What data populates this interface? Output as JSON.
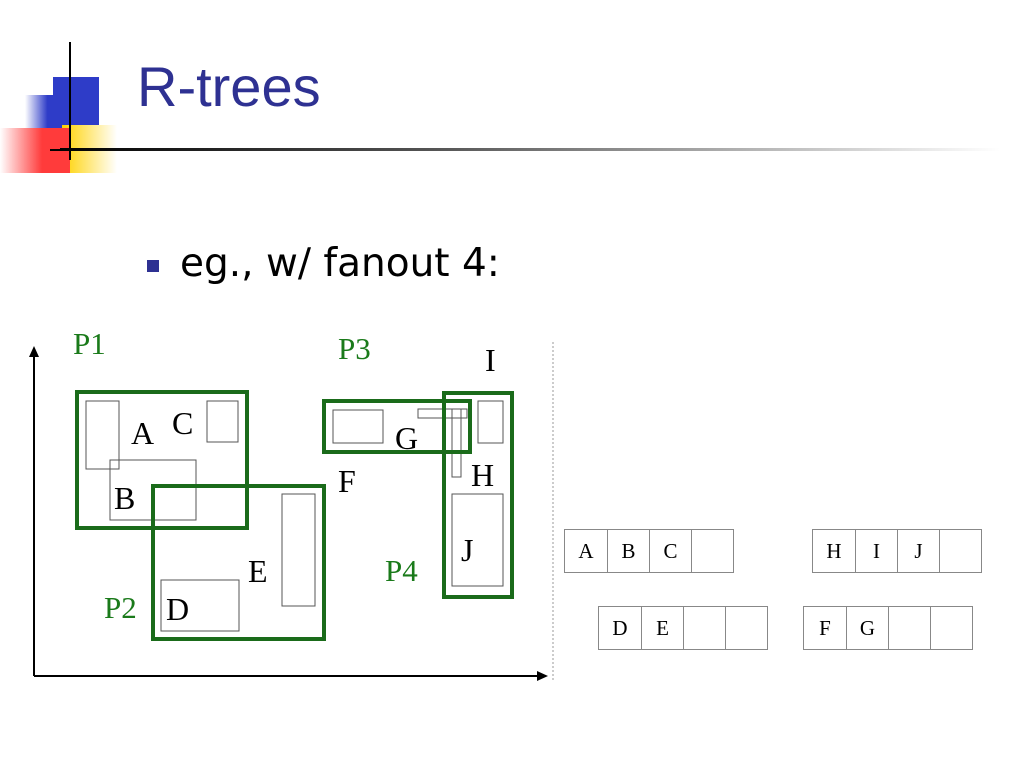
{
  "slide": {
    "title": "R-trees",
    "bullet": "eg., w/ fanout 4:"
  },
  "colors": {
    "title": "#2e3192",
    "mbr_green": "#1a6b1a",
    "label_green": "#1a7a1a",
    "deco_blue": "#2e3cc8",
    "deco_red": "#ff3b3b",
    "deco_yellow": "#ffd200"
  },
  "diagram": {
    "region_labels": [
      "P1",
      "P2",
      "P3",
      "P4"
    ],
    "object_labels": [
      "A",
      "B",
      "C",
      "D",
      "E",
      "F",
      "G",
      "H",
      "I",
      "J"
    ]
  },
  "tree_nodes": [
    {
      "name": "node-abc",
      "entries": [
        "A",
        "B",
        "C",
        ""
      ]
    },
    {
      "name": "node-hij",
      "entries": [
        "H",
        "I",
        "J",
        ""
      ]
    },
    {
      "name": "node-de",
      "entries": [
        "D",
        "E",
        "",
        ""
      ]
    },
    {
      "name": "node-fg",
      "entries": [
        "F",
        "G",
        "",
        ""
      ]
    }
  ]
}
